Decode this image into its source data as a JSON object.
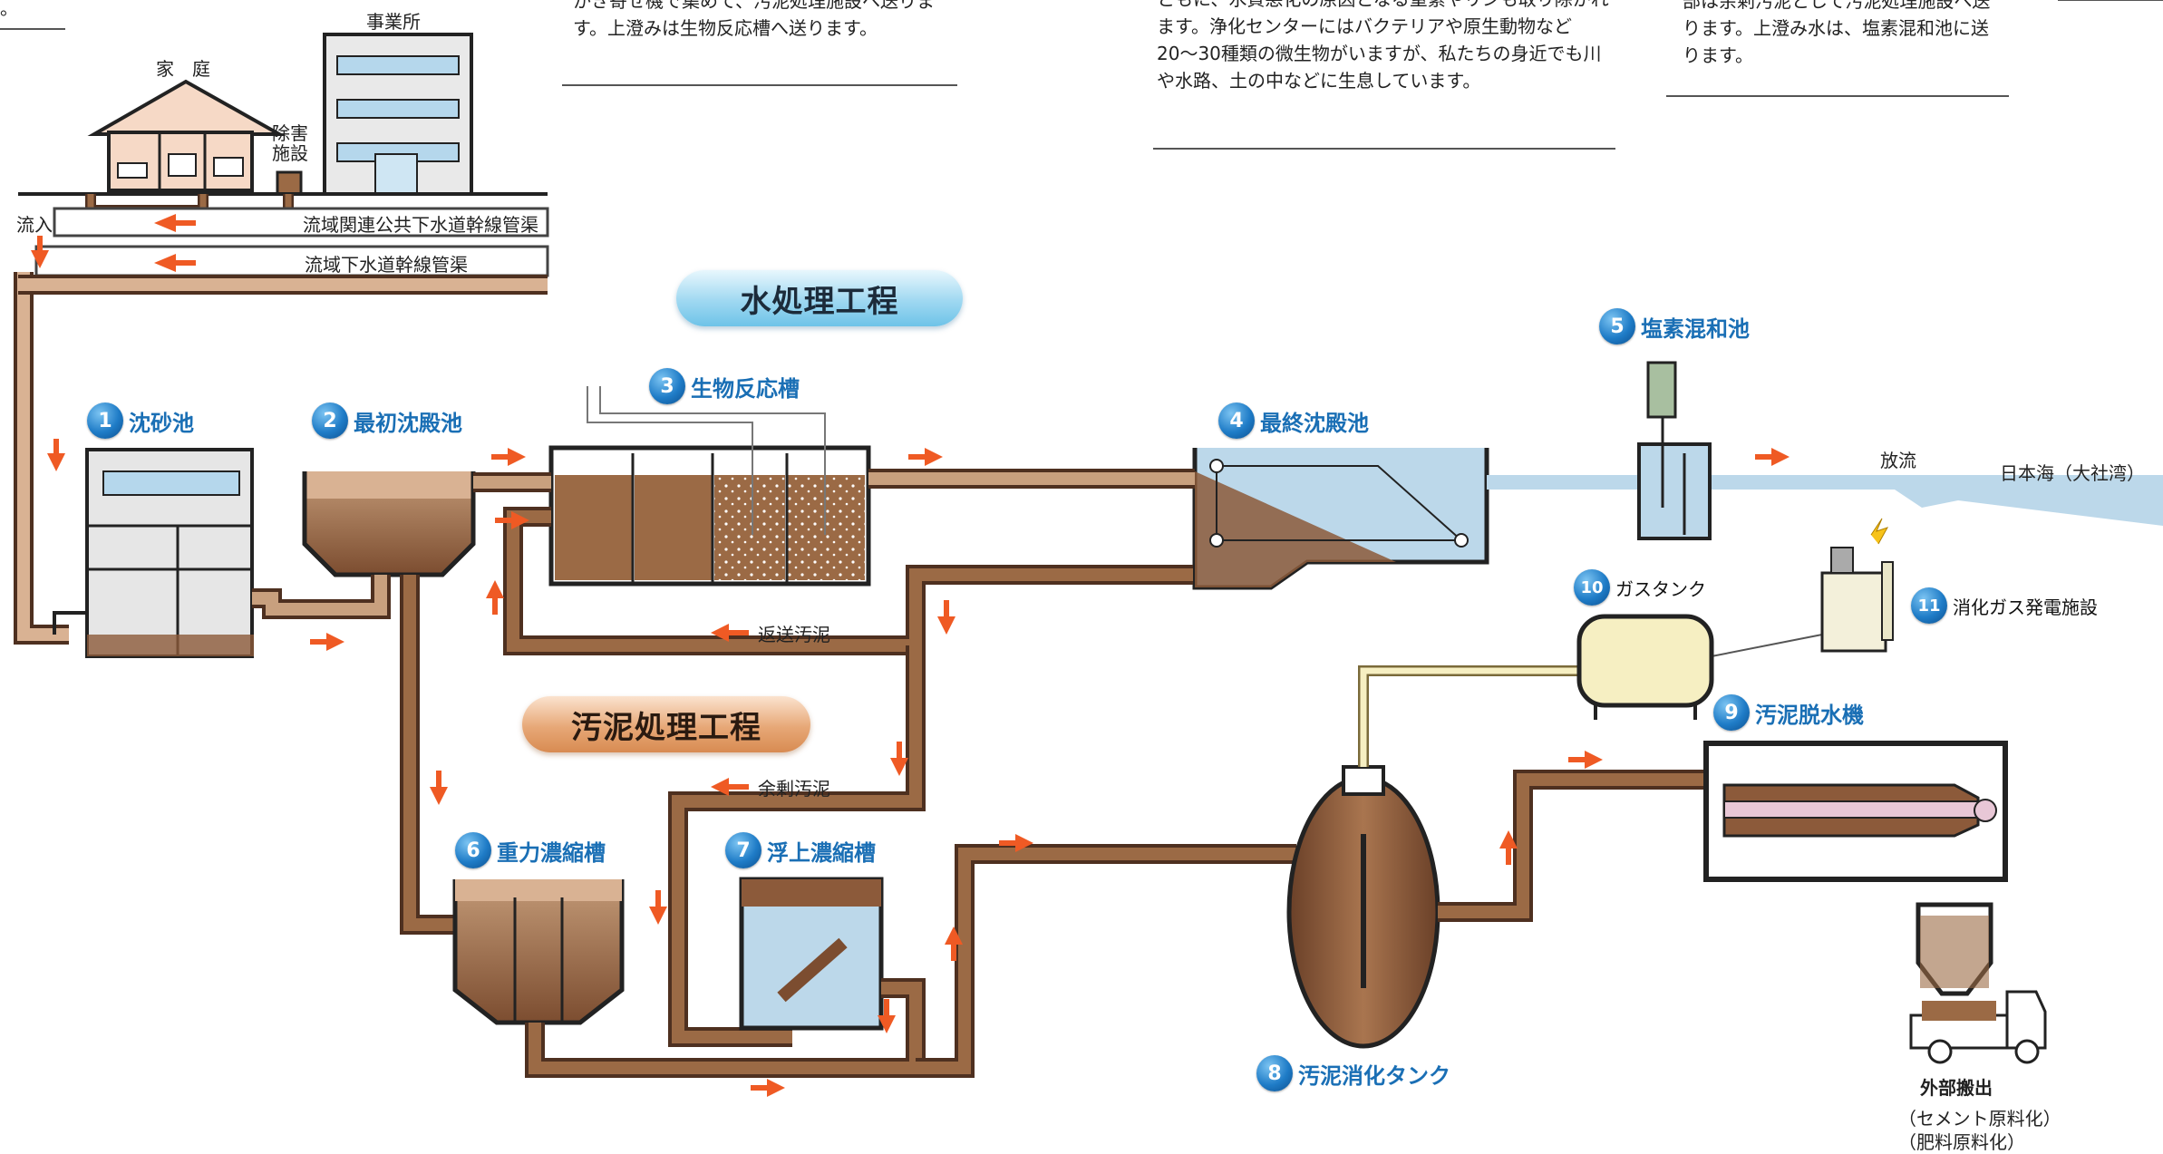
{
  "descriptions": {
    "far_left": "。",
    "stage2": "かき寄せ機で集めて、汚泥処理施設へ送ります。上澄みは生物反応槽へ送ります。",
    "stage3": "ともに、水質悪化の原因となる窒素やリンも取り除かれます。浄化センターにはバクテリアや原生動物など20〜30種類の微生物がいますが、私たちの身近でも川や水路、土の中などに生息しています。",
    "stage4": "部は余剰汚泥として汚泥処理施設へ送ります。上澄み水は、塩素混和池に送ります。"
  },
  "source": {
    "home": "家　庭",
    "office": "事業所",
    "pretreatment": "除害施設",
    "inflow": "流入",
    "pipe_upper": "流域関連公共下水道幹線管渠",
    "pipe_lower": "流域下水道幹線管渠"
  },
  "processes": {
    "water": "水処理工程",
    "sludge": "汚泥処理工程"
  },
  "steps": [
    {
      "num": "1",
      "label": "沈砂池"
    },
    {
      "num": "2",
      "label": "最初沈殿池"
    },
    {
      "num": "3",
      "label": "生物反応槽"
    },
    {
      "num": "4",
      "label": "最終沈殿池"
    },
    {
      "num": "5",
      "label": "塩素混和池"
    },
    {
      "num": "6",
      "label": "重力濃縮槽"
    },
    {
      "num": "7",
      "label": "浮上濃縮槽"
    },
    {
      "num": "8",
      "label": "汚泥消化タンク"
    },
    {
      "num": "9",
      "label": "汚泥脱水機"
    },
    {
      "num": "10",
      "label": "ガスタンク"
    },
    {
      "num": "11",
      "label": "消化ガス発電施設"
    }
  ],
  "flows": {
    "return_sludge": "返送汚泥",
    "excess_sludge": "余剰汚泥",
    "discharge": "放流",
    "sea": "日本海（大社湾）",
    "export": "外部搬出",
    "cement": "（セメント原料化）",
    "fertilizer": "（肥料原料化）"
  },
  "colors": {
    "pipe": "#9b6a45",
    "pipe_edge": "#4e3020",
    "water": "#bcd8ea",
    "sludge": "#8c5a3a",
    "arrow": "#ef5a24",
    "badge": "#1f7cc7"
  }
}
